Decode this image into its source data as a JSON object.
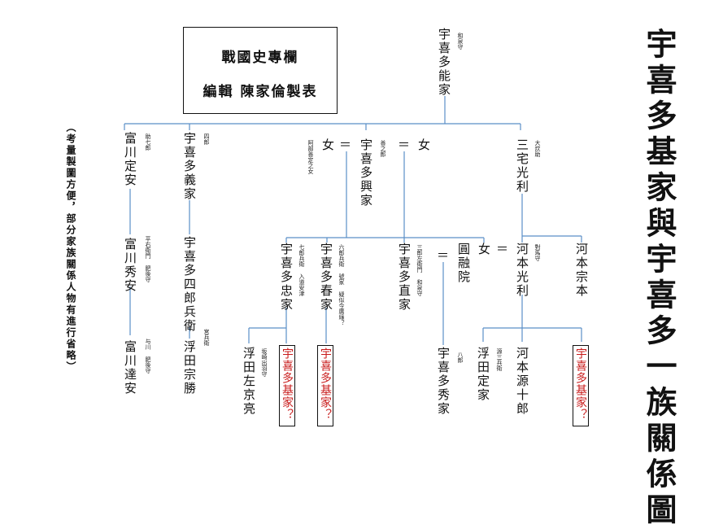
{
  "title_box": {
    "line1": "戰國史專欄",
    "line2": "編輯 陳家倫製表"
  },
  "main_title": "宇喜多基家與宇喜多一族關係圖",
  "side_note": "（考量製圖方便，部分家族關係人物有進行省略）",
  "persons": {
    "yoshiie": {
      "name": "宇喜多能家",
      "note": "和泉守"
    },
    "mitsutoshi": {
      "name": "三宅光利",
      "note": "大炊助"
    },
    "yasutsugu_tomikawa": {
      "name": "富川定安",
      "note": "助七郎"
    },
    "okiie": {
      "name": "宇喜多興家",
      "note": "善之郎"
    },
    "yoshiie2": {
      "name": "宇喜多義家",
      "note": "四郎"
    },
    "tadaie": {
      "name": "宇喜多忠家",
      "note": "七郎兵衛 入道安津"
    },
    "haruie": {
      "name": "宇喜多春家",
      "note": "六郎兵衛 號家 疑似今廣綠？"
    },
    "naoie": {
      "name": "宇喜多直家",
      "note": "三郎左衛門 和泉守"
    },
    "enyu": {
      "name": "圓融院"
    },
    "mitsutoshi_kawamoto": {
      "name": "河本光利",
      "note": "對馬守"
    },
    "munemoto": {
      "name": "河本宗本"
    },
    "hideyasu_tomikawa": {
      "name": "富川秀安",
      "note": "平右衛門 肥後守"
    },
    "shirobei": {
      "name": "宇喜多四郎兵衛"
    },
    "sakyo": {
      "name": "浮田左京亮",
      "note": "坂崎出羽守"
    },
    "hideie": {
      "name": "宇喜多秀家",
      "note": "八郎"
    },
    "sadaie": {
      "name": "浮田定家",
      "note": "源三兵衛"
    },
    "genjuro": {
      "name": "河本源十郎"
    },
    "munekatsu": {
      "name": "浮田宗勝",
      "note": "宮兵衛"
    },
    "tatsuyasu": {
      "name": "富川達安",
      "note": "与川 肥後守"
    }
  },
  "women": {
    "w1": {
      "name": "女",
      "note": "阿部善定之女"
    },
    "w2": {
      "name": "女"
    },
    "w3": {
      "name": "女"
    }
  },
  "equals": [
    "＝",
    "＝",
    "＝",
    "＝"
  ],
  "candidates": [
    "宇喜多基家？",
    "宇喜多基家？",
    "宇喜多基家？"
  ],
  "colors": {
    "line": "#5b8fc7",
    "candidate": "#c81a1a"
  }
}
